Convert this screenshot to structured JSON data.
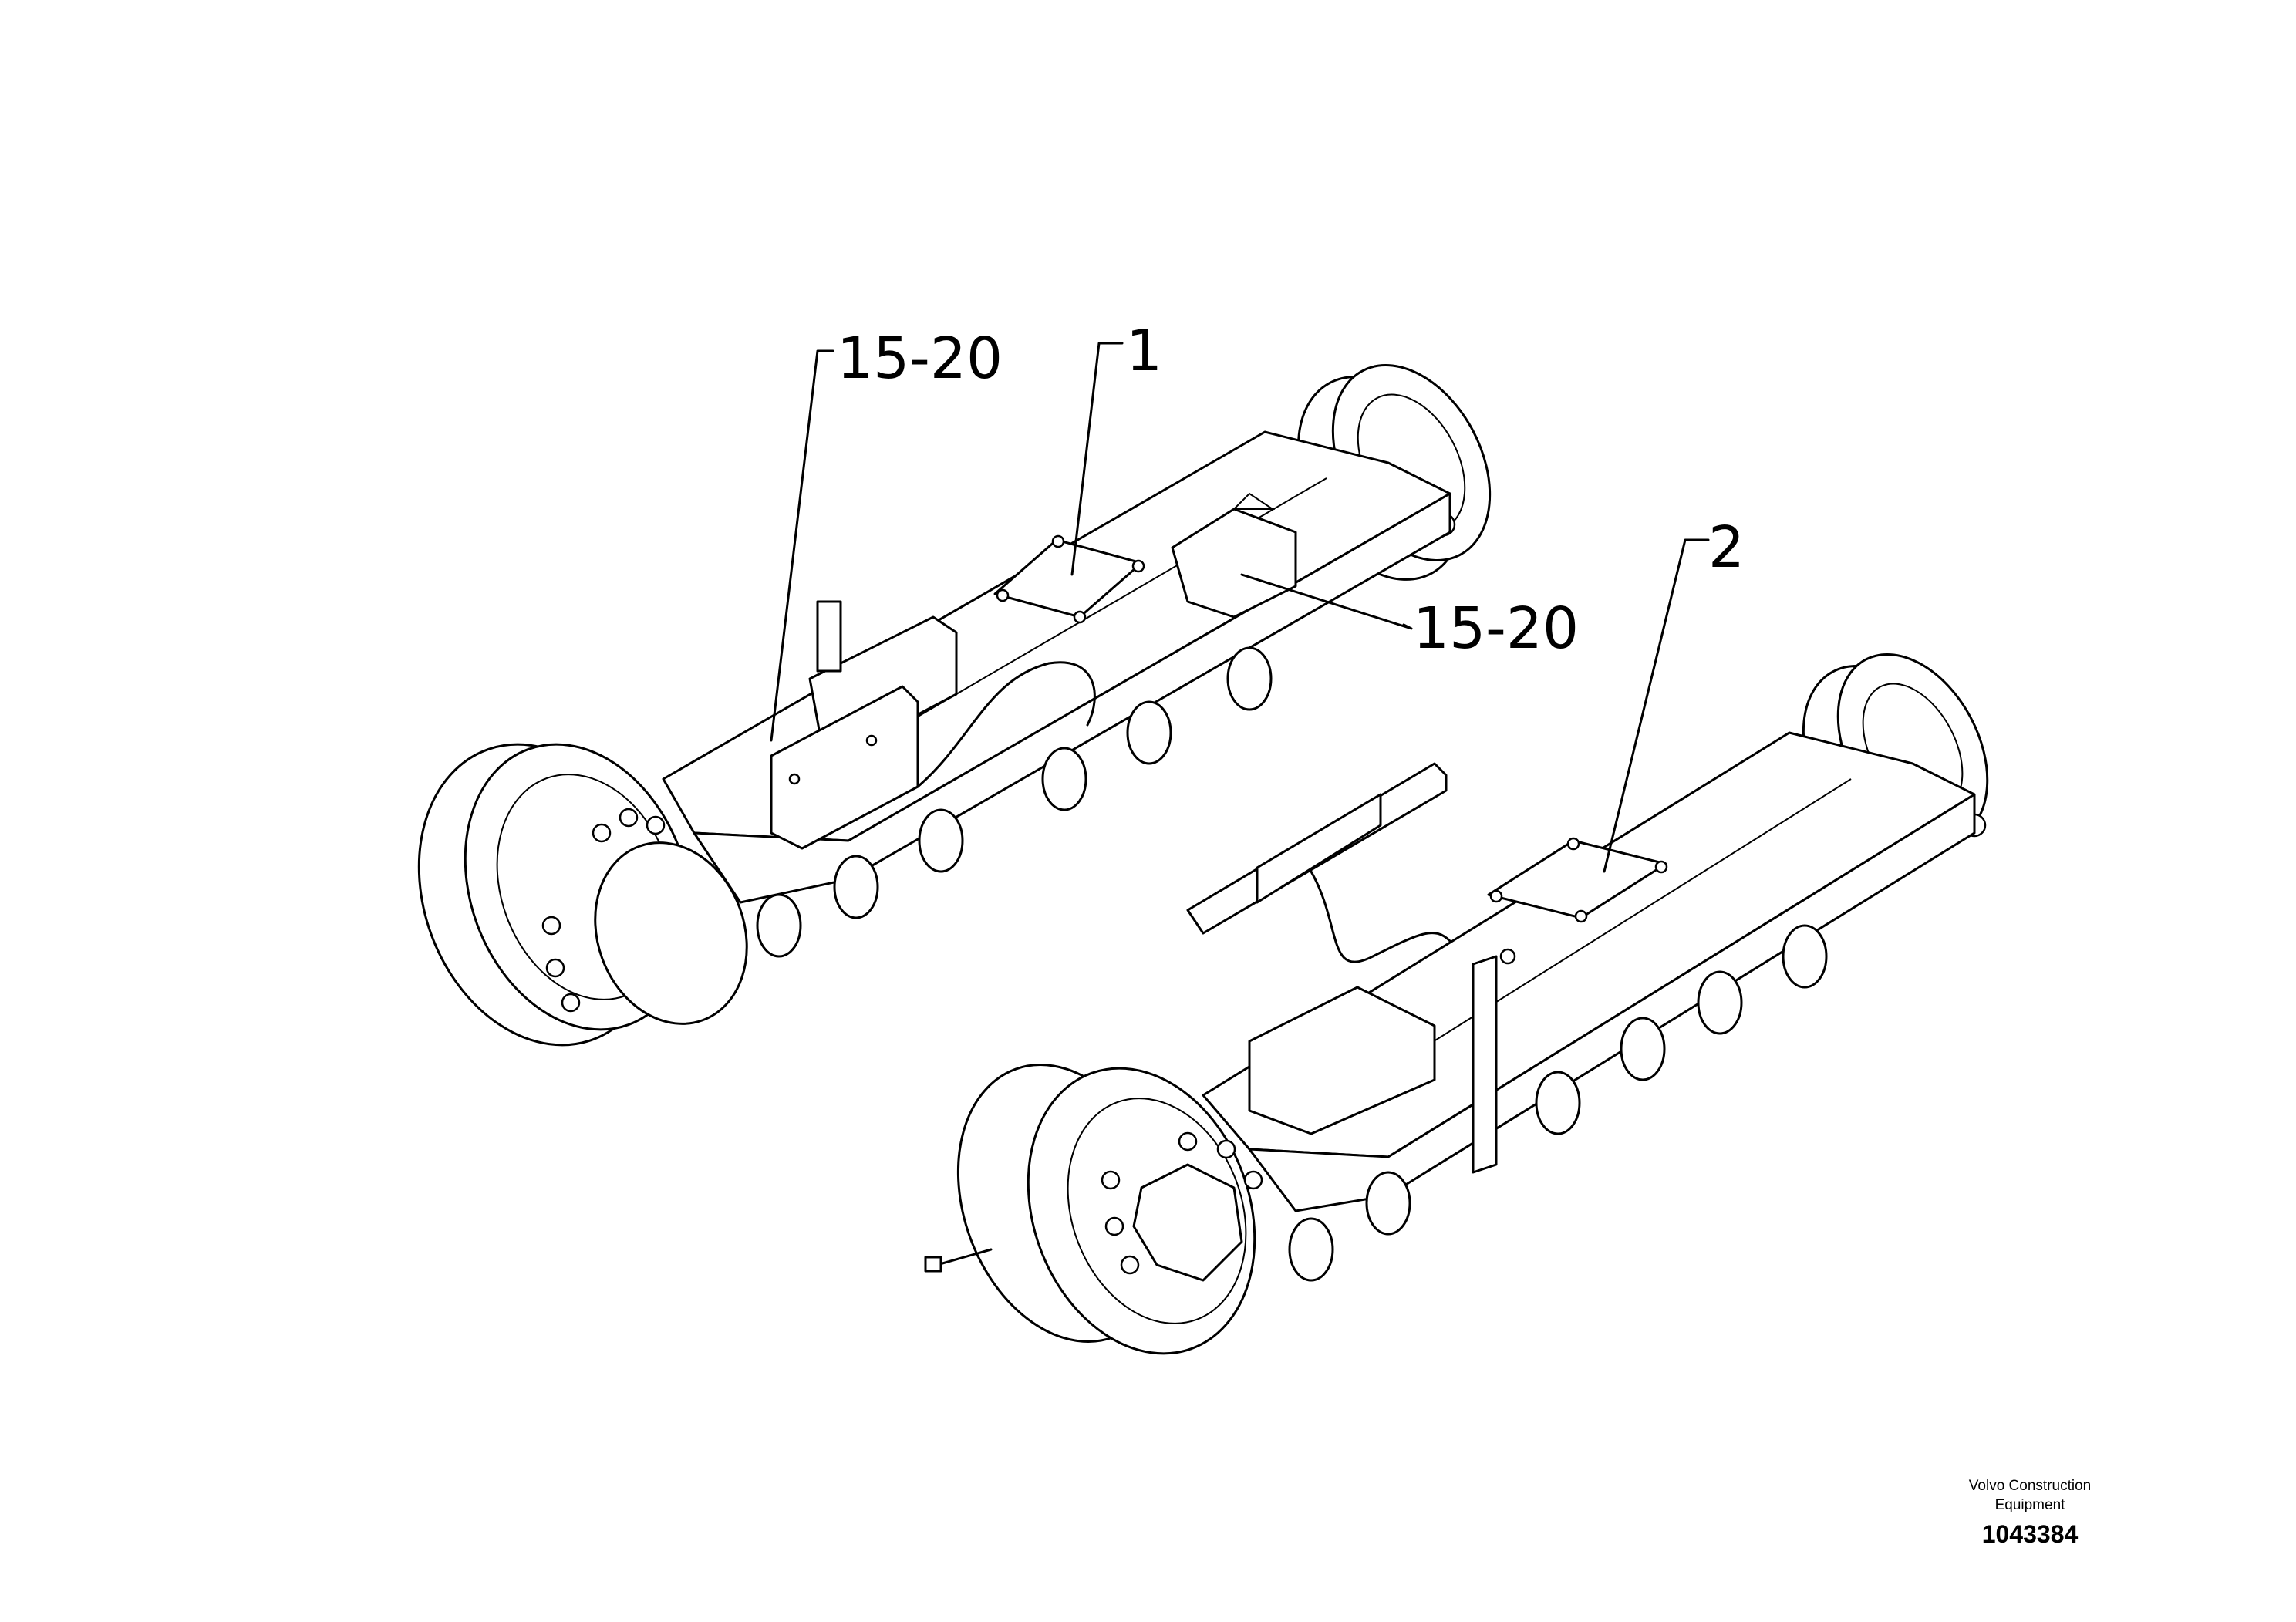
{
  "callouts": [
    {
      "id": "c1",
      "text": "15-20"
    },
    {
      "id": "c2",
      "text": "1"
    },
    {
      "id": "c3",
      "text": "15-20"
    },
    {
      "id": "c4",
      "text": "2"
    }
  ],
  "footer": {
    "company_line1": "Volvo Construction",
    "company_line2": "Equipment",
    "drawing_number": "1043384"
  }
}
